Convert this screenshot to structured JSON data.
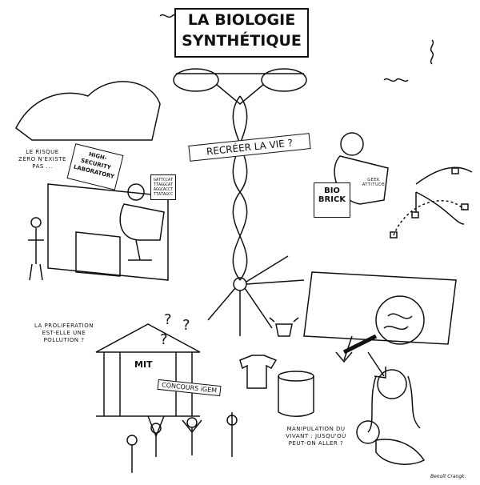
{
  "title": {
    "line1": "LA BIOLOGIE",
    "line2": "SYNTHÉTIQUE"
  },
  "banner": "RECRÉER LA VIE ?",
  "risk_note": "LE RISQUE ZÉRO N'EXISTE PAS ...",
  "lab_sign": {
    "line1": "HIGH-",
    "line2": "SECURITY",
    "line3": "LABORATORY"
  },
  "lab_screen": [
    "GATTCCAT",
    "TTAGGCAT",
    "AGGCACCT",
    "TTATAGCC"
  ],
  "biobrick": {
    "line1": "BIO",
    "line2": "BRICK"
  },
  "geek_shirt": "GEEK ATTITUDE",
  "proliferation_note": "LA PROLIFÉRATION EST-ELLE UNE POLLUTION ?",
  "mit_label": "MIT",
  "igem_banner": "CONCOURS iGEM",
  "manipulation_note": "MANIPULATION DU VIVANT : JUSQU'OÙ PEUT-ON ALLER ?",
  "signature": "Benoît Crangk."
}
